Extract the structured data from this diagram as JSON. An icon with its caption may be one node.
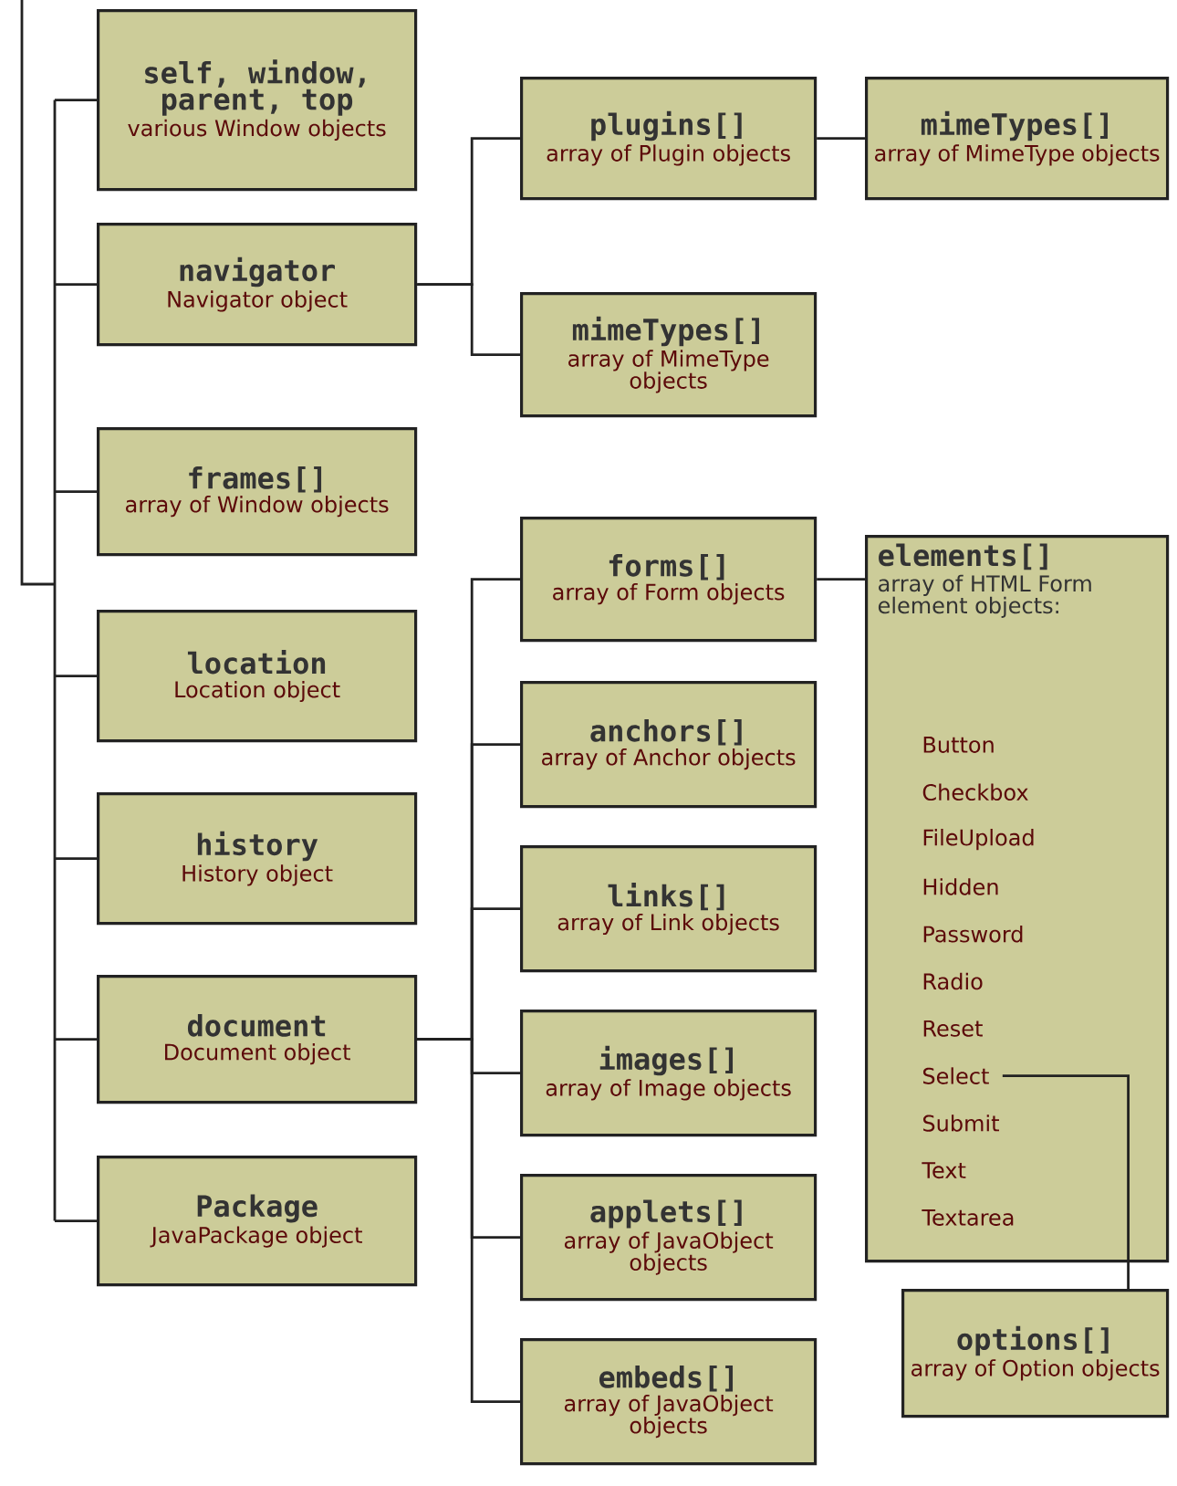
{
  "diagram": {
    "nodes": [
      {
        "text": [
          "self, window, parent, top",
          "various Window objects"
        ]
      },
      {
        "text": [
          "navigator",
          "Navigator object"
        ]
      },
      {
        "text": [
          "frames[]",
          "array of Window objects"
        ]
      },
      {
        "text": [
          "location",
          "Location object"
        ]
      },
      {
        "text": [
          "history",
          "History object"
        ]
      },
      {
        "text": [
          "document",
          "Document object"
        ]
      },
      {
        "text": [
          "Package",
          "JavaPackage object"
        ]
      },
      {
        "text": [
          "plugins[]",
          "array of Plugin objects"
        ]
      },
      {
        "text": [
          "mimeTypes[]",
          "array of MimeType objects"
        ]
      },
      {
        "text": [
          "mimeTypes[]",
          "array of MimeType objects"
        ]
      },
      {
        "text": [
          "forms[]",
          "array of Form objects"
        ]
      },
      {
        "text": [
          "anchors[]",
          "array of Anchor objects"
        ]
      },
      {
        "text": [
          "links[]",
          "array of Link objects"
        ]
      },
      {
        "text": [
          "images[]",
          "array of Image objects"
        ]
      },
      {
        "text": [
          "applets[]",
          "array of JavaObject objects"
        ]
      },
      {
        "text": [
          "embeds[]",
          "array of JavaObject objects"
        ]
      },
      {
        "text": [
          "elements[]",
          "array of HTML Form element objects:"
        ]
      },
      {
        "text": [
          "Button"
        ],
        "in": 16
      },
      {
        "text": [
          "Checkbox"
        ],
        "in": 16
      },
      {
        "text": [
          "FileUpload"
        ],
        "in": 16
      },
      {
        "text": [
          "Hidden"
        ],
        "in": 16
      },
      {
        "text": [
          "Password"
        ],
        "in": 16
      },
      {
        "text": [
          "Radio"
        ],
        "in": 16
      },
      {
        "text": [
          "Reset"
        ],
        "in": 16
      },
      {
        "text": [
          "Select"
        ],
        "in": 16
      },
      {
        "text": [
          "Submit"
        ],
        "in": 16
      },
      {
        "text": [
          "Text"
        ],
        "in": 16
      },
      {
        "text": [
          "Textarea"
        ],
        "in": 16
      },
      {
        "text": [
          "options[]",
          "array of Option objects"
        ]
      }
    ],
    "edges": [
      {
        "from": null,
        "to": 0,
        "arrow": "none"
      },
      {
        "from": null,
        "to": 1,
        "arrow": "none"
      },
      {
        "from": null,
        "to": 2,
        "arrow": "none"
      },
      {
        "from": null,
        "to": 3,
        "arrow": "none"
      },
      {
        "from": null,
        "to": 4,
        "arrow": "none"
      },
      {
        "from": null,
        "to": 5,
        "arrow": "none"
      },
      {
        "from": null,
        "to": 6,
        "arrow": "none"
      },
      {
        "from": 1,
        "to": 7,
        "arrow": "none"
      },
      {
        "from": 1,
        "to": 8,
        "arrow": "none"
      },
      {
        "from": 7,
        "to": 9,
        "arrow": "none"
      },
      {
        "from": 5,
        "to": 10,
        "arrow": "none"
      },
      {
        "from": 5,
        "to": 11,
        "arrow": "none"
      },
      {
        "from": 5,
        "to": 12,
        "arrow": "none"
      },
      {
        "from": 5,
        "to": 13,
        "arrow": "none"
      },
      {
        "from": 5,
        "to": 14,
        "arrow": "none"
      },
      {
        "from": 5,
        "to": 15,
        "arrow": "none"
      },
      {
        "from": 10,
        "to": 16,
        "arrow": "none"
      },
      {
        "from": 24,
        "to": 28,
        "arrow": "none"
      }
    ]
  }
}
